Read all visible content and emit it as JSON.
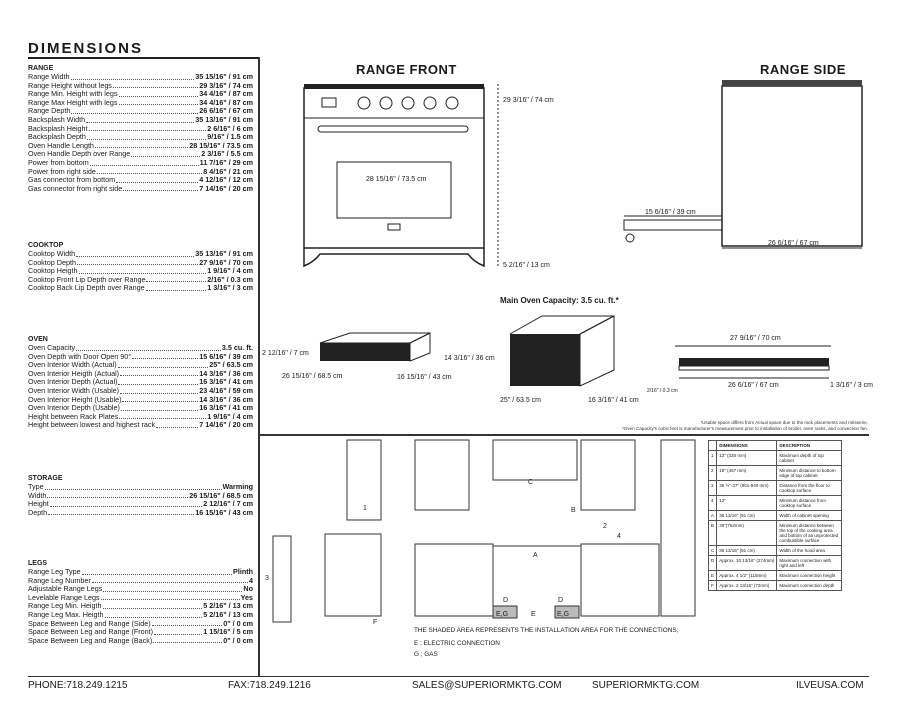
{
  "title": "DIMENSIONS",
  "sections": {
    "range": {
      "heading": "RANGE",
      "rows": [
        {
          "label": "Range Width",
          "value": "35 15/16\" / 91 cm"
        },
        {
          "label": "Range Height without legs",
          "value": "29 3/16\" / 74 cm"
        },
        {
          "label": "Range Min. Height with legs",
          "value": "34 4/16\" / 87 cm"
        },
        {
          "label": "Range Max Height with legs",
          "value": "34 4/16\" / 87 cm"
        },
        {
          "label": "Range Depth",
          "value": "26 6/16\" / 67 cm"
        },
        {
          "label": "Backsplash Width",
          "value": "35 13/16\" / 91 cm"
        },
        {
          "label": "Backsplash Height",
          "value": "2 6/16\" / 6 cm"
        },
        {
          "label": "Backsplash Depth",
          "value": "9/16\" / 1.5 cm"
        },
        {
          "label": "Oven Handle Length",
          "value": "28 15/16\" / 73.5 cm"
        },
        {
          "label": "Oven Handle Depth over Range",
          "value": "2 3/16\" / 5.5 cm"
        },
        {
          "label": "Power from bottom",
          "value": "11 7/16\" / 29 cm"
        },
        {
          "label": "Power from right side",
          "value": "8 4/16\" / 21 cm"
        },
        {
          "label": "Gas connector from bottom",
          "value": "4 12/16\" / 12 cm"
        },
        {
          "label": "Gas connector from right side",
          "value": "7 14/16\" / 20 cm"
        }
      ]
    },
    "cooktop": {
      "heading": "COOKTOP",
      "rows": [
        {
          "label": "Cooktop Width",
          "value": "35 13/16\" / 91 cm"
        },
        {
          "label": "Cooktop Depth",
          "value": "27 9/16\" / 70 cm"
        },
        {
          "label": "Cooktop Heigth",
          "value": "1 9/16\" / 4 cm"
        },
        {
          "label": "Cooktop Front Lip Depth over Range",
          "value": "2/16\" / 0.3 cm"
        },
        {
          "label": "Cooktop Back Lip Depth over Range",
          "value": "1 3/16\" / 3 cm"
        }
      ]
    },
    "oven": {
      "heading": "OVEN",
      "rows": [
        {
          "label": "Oven Capacity",
          "value": "3.5 cu. ft."
        },
        {
          "label": "Oven Depth with Door Open 90°",
          "value": "15 6/16\" / 39 cm"
        },
        {
          "label": "Oven Interior Width (Actual)",
          "value": "25\" / 63.5 cm"
        },
        {
          "label": "Oven Interior Heigth (Actual)",
          "value": "14 3/16\" / 36 cm"
        },
        {
          "label": "Oven Interior Depth (Actual)",
          "value": "16 3/16\" / 41 cm"
        },
        {
          "label": "Oven Interior Width (Usable)",
          "value": "23 4/16\" / 59 cm"
        },
        {
          "label": "Oven Interior Height (Usable)",
          "value": "14 3/16\" / 36 cm"
        },
        {
          "label": "Oven Interior Depth (Usable)",
          "value": "16 3/16\" / 41 cm"
        },
        {
          "label": "Height between Rack Plates",
          "value": "1 9/16\" / 4 cm"
        },
        {
          "label": "Height between lowest and highest rack",
          "value": "7 14/16\" / 20 cm"
        }
      ]
    },
    "storage": {
      "heading": "STORAGE",
      "rows": [
        {
          "label": "Type",
          "value": "Warming"
        },
        {
          "label": "Width",
          "value": "26 15/16\" / 68.5 cm"
        },
        {
          "label": "Height",
          "value": "2 12/16\" / 7 cm"
        },
        {
          "label": "Depth",
          "value": "16 15/16\" / 43 cm"
        }
      ]
    },
    "legs": {
      "heading": "LEGS",
      "rows": [
        {
          "label": "Range Leg Type",
          "value": "Plinth"
        },
        {
          "label": "Range Leg Number",
          "value": "4"
        },
        {
          "label": "Adjustable Range Legs",
          "value": "No"
        },
        {
          "label": "Levelable Range Legs",
          "value": "Yes"
        },
        {
          "label": "Range Leg Min. Heigth",
          "value": "5 2/16\" / 13 cm"
        },
        {
          "label": "Range Leg Max. Heigth",
          "value": "5 2/16\" / 13 cm"
        },
        {
          "label": "Space Between Leg and Range (Side)",
          "value": "0\" / 0 cm"
        },
        {
          "label": "Space Between Leg and Range (Front)",
          "value": "1 15/16\" / 5 cm"
        },
        {
          "label": "Space Between Leg and Range (Back)",
          "value": "0\" / 0 cm"
        }
      ]
    }
  },
  "diagrams": {
    "front_title": "RANGE FRONT",
    "side_title": "RANGE SIDE",
    "front_height": "29 3/16\" / 74 cm",
    "front_handle": "28 15/16\" / 73.5 cm",
    "front_leg": "5 2/16\" / 13 cm",
    "side_door": "15 6/16\" / 39 cm",
    "side_depth": "26 6/16\" / 67 cm",
    "capacity_title": "Main Oven Capacity: 3.5 cu. ft.*",
    "drawer_h": "2 12/16\" / 7 cm",
    "drawer_w": "26 15/16\" / 68.5 cm",
    "drawer_d": "16 15/16\" / 43 cm",
    "oven_h": "14 3/16\" / 36 cm",
    "oven_w": "25\" / 63.5 cm",
    "oven_d": "16 3/16\" / 41 cm",
    "top_w": "27 9/16\" / 70 cm",
    "top_d": "26 6/16\" / 67 cm",
    "top_lip": "2/16\" / 0.3 cm",
    "top_back": "1 3/16\" / 3 cm",
    "note1": "*Usable space differs from Actual space due to the rack placements and rotisserie.",
    "note2": "*Oven Capacity's cubic feet is manufacturer's measurement prior to installation of broiler, oven racks, and convection fan."
  },
  "install": {
    "shaded_note": "THE SHADED AREA REPRESENTS THE INSTALLATION AREA FOR THE CONNECTIONS;",
    "legend_e": "E ; ELECTRIC CONNECTION",
    "legend_g": "G ; GAS",
    "markers": {
      "a": "A",
      "b": "B",
      "c": "C",
      "d": "D",
      "e": "E",
      "f": "F",
      "eg": "E,G",
      "n1": "1",
      "n2": "2",
      "n3": "3",
      "n4": "4"
    }
  },
  "table": {
    "headers": [
      "",
      "DIMENSIONS",
      "DESCRIPTION"
    ],
    "rows": [
      [
        "1",
        "13\" (330 mm)",
        "Maximum depth of top cabinet"
      ],
      [
        "2",
        "18\" (457 mm)",
        "Minimum distance to bottom edge of top cabinet"
      ],
      [
        "3",
        "35 ½\"-37\" (901-940 mm)",
        "Distance from the floor to cooktop surface"
      ],
      [
        "4",
        "12\"",
        "Minimum distance from cooktop surface"
      ],
      [
        "A",
        "35 13/16\" (91 cm)",
        "Width of cabinet opening"
      ],
      [
        "B",
        "30\"(762mm)",
        "Minimum distance between the top of the cooking area and bottom of an unprotected combustible surface"
      ],
      [
        "C",
        "35 13/16\" (91 cm)",
        "Width of the hood area"
      ],
      [
        "D",
        "Approx. 10 13/16\" (274mm)",
        "Maximum connection with right and left"
      ],
      [
        "E",
        "Approx. 4 1/2\" (115mm)",
        "Maximum connection height"
      ],
      [
        "F",
        "Approx. 2 13/16\" (72mm)",
        "Maximum connection depth"
      ]
    ]
  },
  "footer": {
    "phone": "PHONE:718.249.1215",
    "fax": "FAX:718.249.1216",
    "email": "SALES@SUPERIORMKTG.COM",
    "site": "SUPERIORMKTG.COM",
    "site2": "ILVEUSA.COM"
  }
}
